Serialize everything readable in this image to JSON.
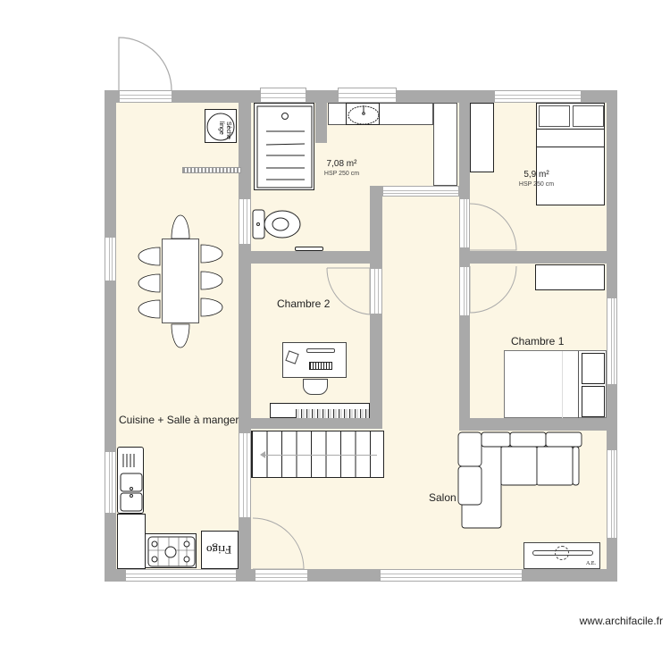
{
  "plan": {
    "rooms": [
      {
        "id": "cuisine",
        "label": "Cuisine + Salle à manger"
      },
      {
        "id": "sdb",
        "area": "7,08 m²",
        "hsp": "HSP 250 cm"
      },
      {
        "id": "chambre-3",
        "area": "5,9 m²",
        "hsp": "HSP 250 cm"
      },
      {
        "id": "chambre-2",
        "label": "Chambre 2"
      },
      {
        "id": "chambre-1",
        "label": "Chambre 1"
      },
      {
        "id": "salon",
        "label": "Salon"
      }
    ],
    "appliances": {
      "dryer": "Sèche linge",
      "fridge": "Frigo",
      "radiator_mark": "A.E."
    },
    "colors": {
      "floor": "#fcf6e4",
      "wall": "#a9a9a9",
      "furniture": "#ffffff",
      "outline": "#222222"
    }
  },
  "footer": {
    "credit": "www.archifacile.fr"
  }
}
